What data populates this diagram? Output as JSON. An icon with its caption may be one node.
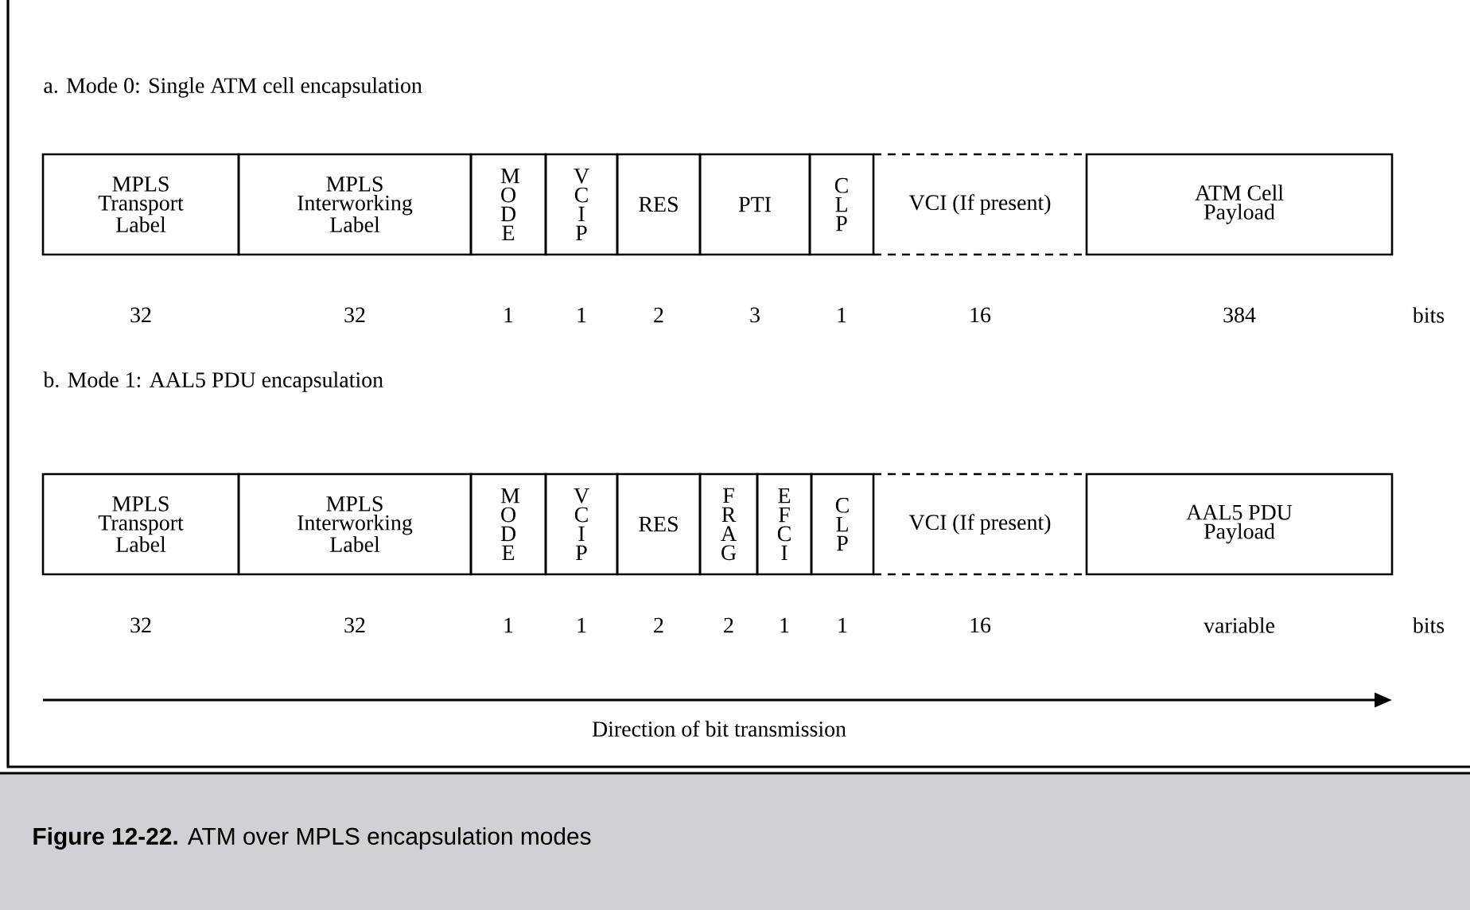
{
  "diagram": {
    "caption": "**Figure 12-22.** ATM over MPLS encapsulation modes",
    "nodes": [
      {
        "text": [
          "MPLS Transport Label"
        ]
      },
      {
        "text": [
          "MPLS Interworking Label"
        ]
      },
      {
        "text": [
          "M O D E"
        ]
      },
      {
        "text": [
          "V C I P"
        ]
      },
      {
        "text": [
          "RES"
        ]
      },
      {
        "text": [
          "PTI"
        ]
      },
      {
        "text": [
          "C L P"
        ]
      },
      {
        "text": [
          "VCI (If present)"
        ]
      },
      {
        "text": [
          "ATM Cell Payload"
        ]
      },
      {
        "text": [
          "MPLS Transport Label"
        ]
      },
      {
        "text": [
          "MPLS Interworking Label"
        ]
      },
      {
        "text": [
          "M O D E"
        ]
      },
      {
        "text": [
          "V C I P"
        ]
      },
      {
        "text": [
          "RES"
        ]
      },
      {
        "text": [
          "F R A G"
        ]
      },
      {
        "text": [
          "E F C I"
        ]
      },
      {
        "text": [
          "C L P"
        ]
      },
      {
        "text": [
          "VCI (If present)"
        ]
      },
      {
        "text": [
          "AAL5 PDU Payload"
        ]
      }
    ],
    "labels": [
      "a. Mode 0: Single ATM cell encapsulation",
      "32",
      "32",
      "1",
      "1",
      "2",
      "3",
      "1",
      "16",
      "384",
      "bits",
      "b. Mode 1: AAL5 PDU encapsulation",
      "32",
      "32",
      "1",
      "1",
      "2",
      "2",
      "1",
      "1",
      "16",
      "variable",
      "bits",
      "Direction of bit transmission"
    ]
  }
}
